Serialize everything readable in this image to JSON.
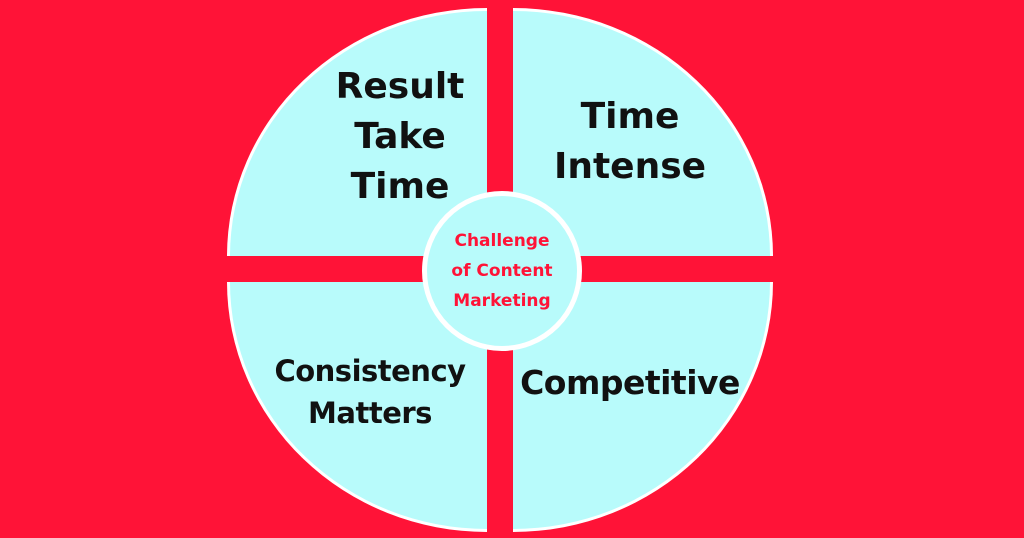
{
  "diagram": {
    "title": "Challenge of Content Marketing",
    "center_lines": [
      "Challenge",
      "of Content",
      "Marketing"
    ],
    "quadrants": [
      {
        "position": "top-left",
        "lines": [
          "Result",
          "Take",
          "Time"
        ]
      },
      {
        "position": "top-right",
        "lines": [
          "Time",
          "Intense"
        ]
      },
      {
        "position": "bottom-left",
        "lines": [
          "Consistency",
          "Matters"
        ]
      },
      {
        "position": "bottom-right",
        "lines": [
          "Competitive"
        ]
      }
    ]
  },
  "colors": {
    "background": "#ff1337",
    "quadrant_fill": "#b8fbfb",
    "outline": "#ffffff",
    "label_text": "#111111",
    "center_text": "#ff1337"
  }
}
